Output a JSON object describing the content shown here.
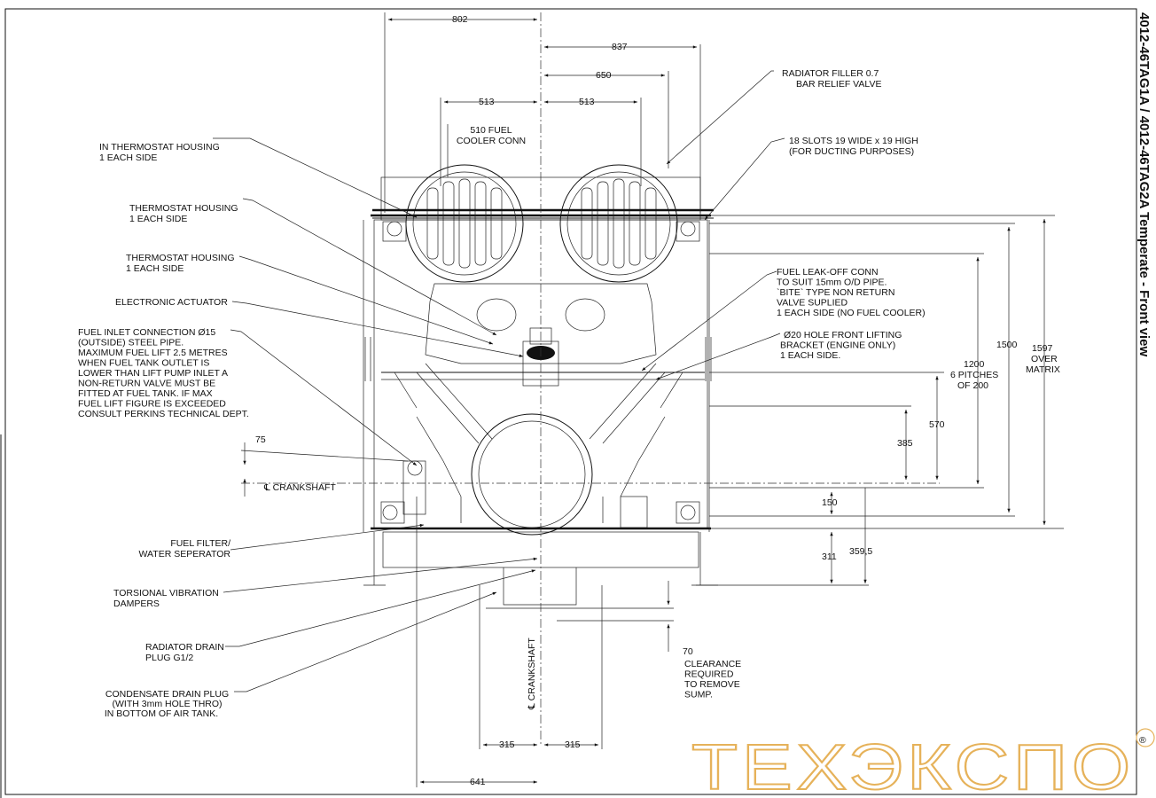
{
  "title": "4012-46TAG1A / 4012-46TAG2A Temperate - Front view",
  "brand": {
    "logo_text": "ТЕХЭКСПО",
    "registered_mark": "®",
    "color": "#e6b25a"
  },
  "dimensions": {
    "d802": "802",
    "d837": "837",
    "d650": "650",
    "d513a": "513",
    "d513b": "513",
    "d75": "75",
    "d385": "385",
    "d570": "570",
    "d150": "150",
    "d311": "311",
    "d359": "359,5",
    "d70": "70",
    "d315a": "315",
    "d315b": "315",
    "d641": "641",
    "d1500": "1500",
    "d1200": "1200",
    "d1200_sub1": "6 PITCHES",
    "d1200_sub2": "OF 200",
    "d1597": "1597",
    "d1597_sub1": "OVER",
    "d1597_sub2": "MATRIX"
  },
  "labels": {
    "fuel_cooler": [
      "510 FUEL",
      "COOLER CONN"
    ],
    "in_thermostat": [
      "IN THERMOSTAT HOUSING",
      "1 EACH SIDE"
    ],
    "thermostat1": [
      "THERMOSTAT HOUSING",
      "1 EACH SIDE"
    ],
    "thermostat2": [
      "THERMOSTAT HOUSING",
      "1 EACH SIDE"
    ],
    "actuator": [
      "ELECTRONIC ACTUATOR"
    ],
    "fuel_inlet": [
      "FUEL INLET CONNECTION   Ø15",
      "(OUTSIDE) STEEL PIPE.",
      "MAXIMUM FUEL LIFT 2.5 METRES",
      "WHEN FUEL TANK OUTLET IS",
      "LOWER THAN LIFT PUMP INLET A",
      "NON-RETURN VALVE MUST BE",
      "FITTED AT FUEL TANK. IF MAX",
      "FUEL LIFT FIGURE IS EXCEEDED",
      "CONSULT PERKINS TECHNICAL DEPT."
    ],
    "crankshaft_h": "℄ CRANKSHAFT",
    "crankshaft_v": "℄ CRANKSHAFT",
    "fuel_filter": [
      "FUEL FILTER/",
      "WATER SEPERATOR"
    ],
    "torsional": [
      "TORSIONAL VIBRATION",
      "DAMPERS"
    ],
    "radiator_drain": [
      "RADIATOR DRAIN",
      "PLUG G1/2"
    ],
    "condensate": [
      "CONDENSATE DRAIN PLUG",
      "(WITH 3mm HOLE THRO)",
      "IN BOTTOM OF AIR TANK."
    ],
    "radiator_filler": [
      "RADIATOR FILLER 0.7",
      "BAR RELIEF VALVE"
    ],
    "slots": [
      "18 SLOTS 19 WIDE x 19 HIGH",
      "(FOR DUCTING PURPOSES)"
    ],
    "fuel_leak": [
      "FUEL LEAK-OFF CONN",
      "TO SUIT 15mm O/D PIPE.",
      "`BITE` TYPE NON RETURN",
      "VALVE SUPLIED",
      "1 EACH SIDE (NO FUEL COOLER)"
    ],
    "lifting": [
      "Ø20 HOLE FRONT LIFTING",
      "BRACKET (ENGINE ONLY)",
      "1 EACH SIDE."
    ],
    "clearance": [
      "CLEARANCE",
      "REQUIRED",
      "TO REMOVE",
      "SUMP."
    ]
  }
}
